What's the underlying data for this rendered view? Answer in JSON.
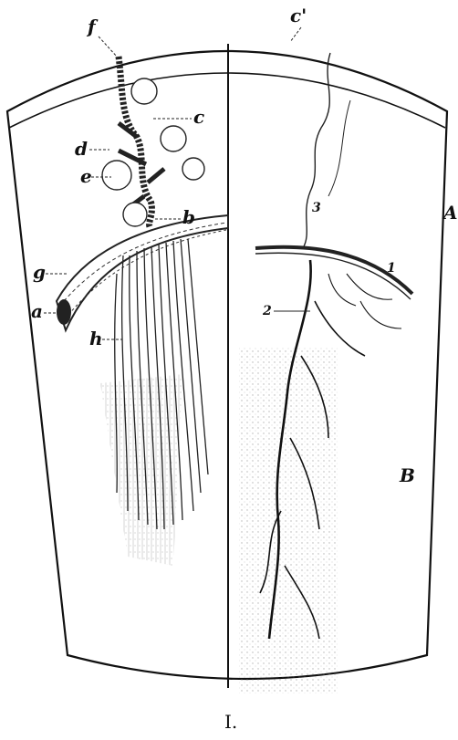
{
  "figure": {
    "caption": "I.",
    "regions": {
      "upper": "A",
      "lower": "B"
    },
    "left_labels": {
      "f": "f",
      "c": "c",
      "d": "d",
      "e": "e",
      "b": "b",
      "g": "g",
      "a": "a",
      "h": "h"
    },
    "right_labels": {
      "c_prime": "c'",
      "n1": "1",
      "n2": "2",
      "n3": "3"
    }
  }
}
